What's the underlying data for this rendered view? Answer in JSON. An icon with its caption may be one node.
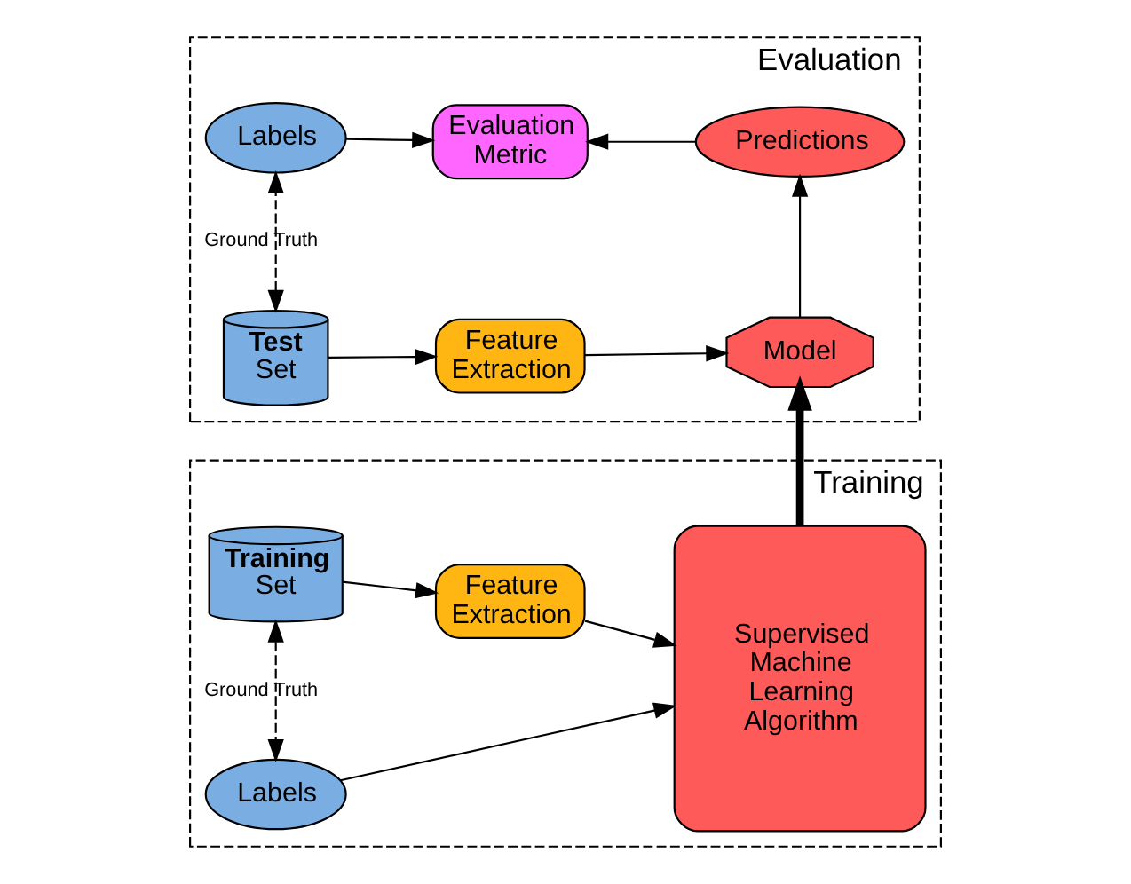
{
  "diagram": {
    "nodes": [
      {
        "text": [
          "Training"
        ]
      },
      {
        "text": [
          "**Training** Set"
        ],
        "in": 0
      },
      {
        "text": [
          "Feature Extraction"
        ],
        "in": 0
      },
      {
        "text": [
          "Supervised Machine Learning Algorithm"
        ],
        "in": 0
      },
      {
        "text": [
          "Labels"
        ],
        "in": 0
      },
      {
        "text": [
          "Evaluation"
        ]
      },
      {
        "text": [
          "**Test** Set"
        ],
        "in": 5
      },
      {
        "text": [
          "Feature Extraction"
        ],
        "in": 5
      },
      {
        "text": [
          "Model"
        ],
        "in": 5
      },
      {
        "text": [
          "Labels"
        ],
        "in": 5
      },
      {
        "text": [
          "Evaluation Metric"
        ],
        "in": 5
      },
      {
        "text": [
          "Predictions"
        ],
        "in": 5
      }
    ],
    "edges": [
      {
        "from": 1,
        "to": 2,
        "arrow": "to"
      },
      {
        "from": 2,
        "to": 3,
        "arrow": "to"
      },
      {
        "from": 1,
        "to": 4,
        "arrow": "both",
        "style": "dashed",
        "label": "Ground Truth"
      },
      {
        "from": 4,
        "to": 3,
        "arrow": "to"
      },
      {
        "from": 3,
        "to": 8,
        "arrow": "to",
        "style": "thick"
      },
      {
        "from": 6,
        "to": 7,
        "arrow": "to"
      },
      {
        "from": 7,
        "to": 8,
        "arrow": "to"
      },
      {
        "from": 6,
        "to": 9,
        "arrow": "both",
        "style": "dashed",
        "label": "Ground Truth"
      },
      {
        "from": 8,
        "to": 11,
        "arrow": "to"
      },
      {
        "from": 9,
        "to": 10,
        "arrow": "to"
      },
      {
        "from": 11,
        "to": 10,
        "arrow": "to"
      }
    ]
  }
}
